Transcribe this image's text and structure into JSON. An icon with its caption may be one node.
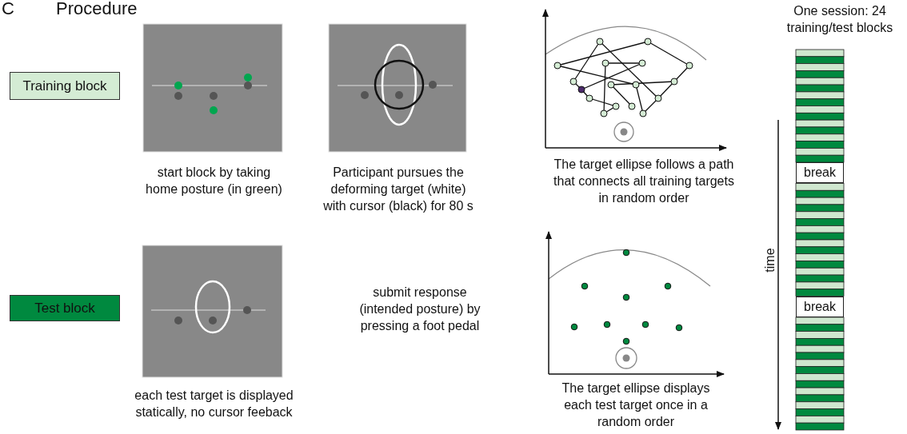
{
  "diagram": {
    "title": "Procedure",
    "nodes": [
      {
        "text": [
          "Training block"
        ]
      },
      {
        "text": [
          "Test block"
        ]
      },
      {
        "text": [
          "break"
        ]
      },
      {
        "text": [
          "break"
        ]
      }
    ],
    "labels": [
      "C",
      "start block by taking home posture (in green)",
      "Participant pursues the deforming target (white) with cursor (black) for 80 s",
      "The target ellipse follows a path that connects all training targets in random order",
      "One session: 24 training/test blocks",
      "time",
      "submit response (intended posture) by pressing a foot pedal",
      "each test target is displayed statically, no cursor feeback",
      "The target ellipse displays each test target once in a random order"
    ]
  }
}
